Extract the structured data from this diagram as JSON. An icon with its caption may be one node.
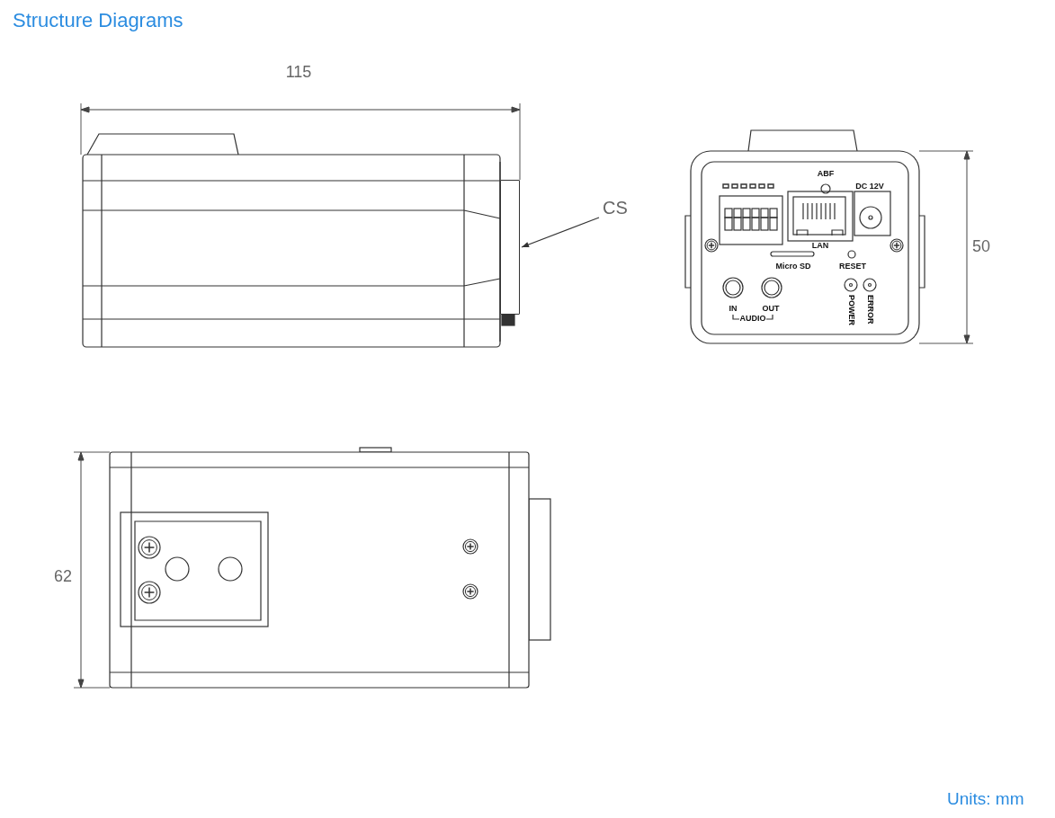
{
  "diagram": {
    "title": "Structure Diagrams",
    "nodes": [
      {
        "text": [
          "CS"
        ]
      },
      {
        "text": [],
        "shape": "box"
      }
    ],
    "edges": [
      {
        "from": 0,
        "to": 1,
        "arrow": "to"
      }
    ],
    "labels": [
      "115",
      "ABF",
      "DC 12V",
      "50",
      "LAN",
      "Micro SD",
      "RESET",
      "IN",
      "OUT",
      "AUDIO",
      "POWER",
      "ERROR",
      "62",
      "Units: mm"
    ]
  }
}
